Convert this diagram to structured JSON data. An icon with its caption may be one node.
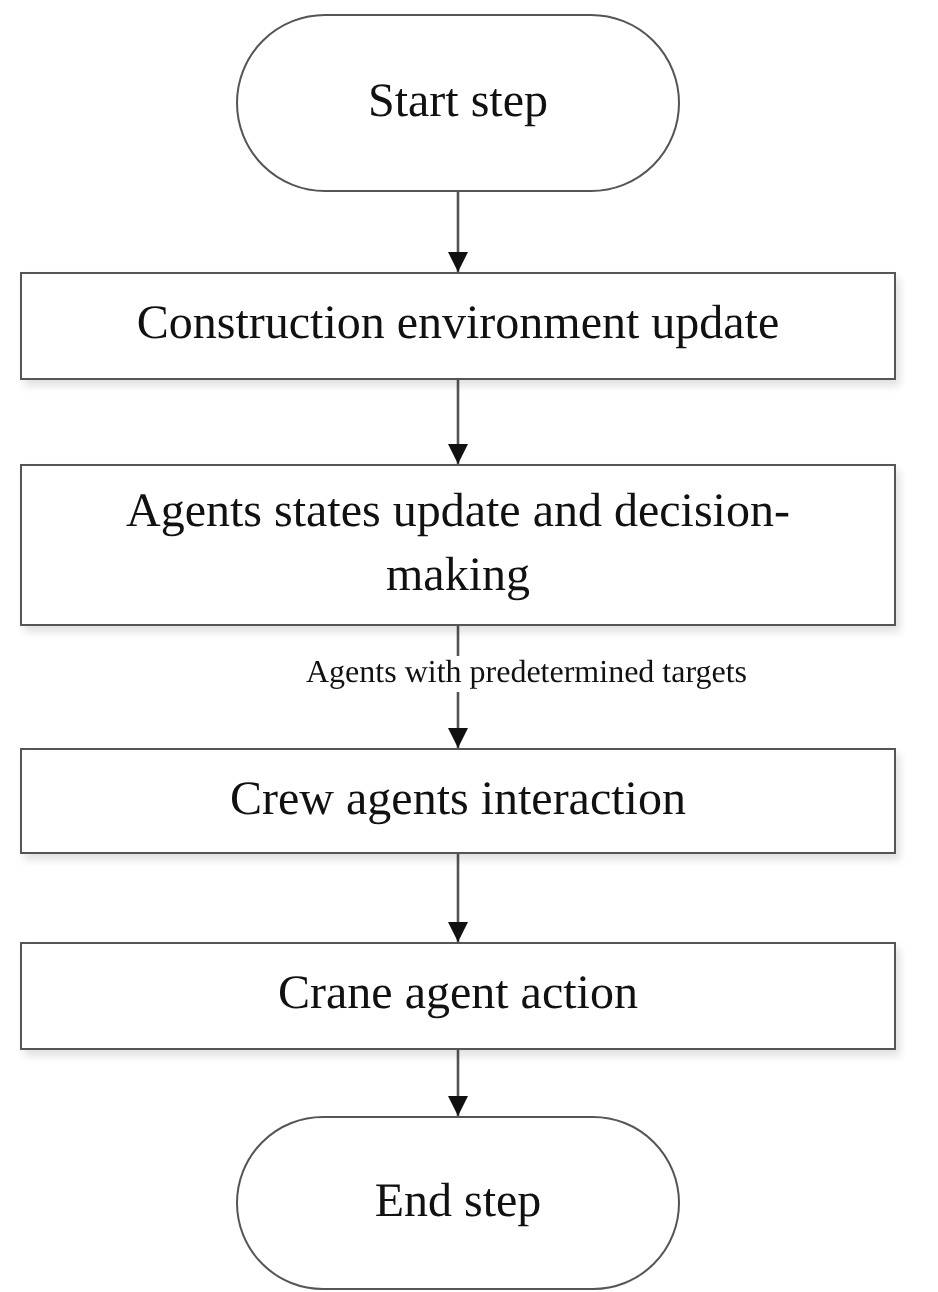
{
  "diagram": {
    "nodes": [
      {
        "text": [
          "Start step"
        ]
      },
      {
        "text": [
          "Construction environment update"
        ]
      },
      {
        "text": [
          "Agents states update and decision-making"
        ]
      },
      {
        "text": [
          "Crew agents interaction"
        ]
      },
      {
        "text": [
          "Crane agent action"
        ]
      },
      {
        "text": [
          "End step"
        ]
      }
    ],
    "edges": [
      {
        "from": 0,
        "to": 1,
        "arrow": "to"
      },
      {
        "from": 1,
        "to": 2,
        "arrow": "to"
      },
      {
        "from": 2,
        "to": 3,
        "arrow": "to",
        "label": "Agents with predetermined targets"
      },
      {
        "from": 3,
        "to": 4,
        "arrow": "to"
      },
      {
        "from": 4,
        "to": 5,
        "arrow": "to"
      }
    ]
  }
}
